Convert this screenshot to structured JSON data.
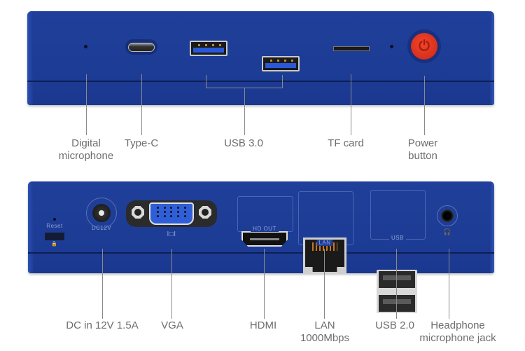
{
  "figure": {
    "subject": "Mini PC port layout",
    "device_color": "#1e3d96",
    "accent_power_color": "#e13a22"
  },
  "front_panel": {
    "callouts": [
      {
        "id": "digital-microphone",
        "lines": [
          "Digital",
          "microphone"
        ]
      },
      {
        "id": "type-c",
        "lines": [
          "Type-C"
        ]
      },
      {
        "id": "usb-3",
        "lines": [
          "USB 3.0"
        ]
      },
      {
        "id": "tf-card",
        "lines": [
          "TF card"
        ]
      },
      {
        "id": "power-button",
        "lines": [
          "Power",
          "button"
        ]
      }
    ]
  },
  "rear_panel": {
    "port_markings": {
      "reset": "Reset",
      "dc": "DC12V",
      "vga_symbol": "I□I",
      "hdmi": "HD OUT",
      "lan": "LAN",
      "usb": "USB",
      "lock_symbol": "🔒",
      "headphone_symbol": "🎧"
    },
    "callouts": [
      {
        "id": "dc-in",
        "lines": [
          "DC in 12V 1.5A"
        ]
      },
      {
        "id": "vga",
        "lines": [
          "VGA"
        ]
      },
      {
        "id": "hdmi",
        "lines": [
          "HDMI"
        ]
      },
      {
        "id": "lan",
        "lines": [
          "LAN",
          "1000Mbps"
        ]
      },
      {
        "id": "usb-2",
        "lines": [
          "USB 2.0"
        ]
      },
      {
        "id": "headphone-jack",
        "lines": [
          "Headphone",
          "microphone jack"
        ]
      }
    ]
  },
  "icons": {
    "power": "⏻"
  }
}
